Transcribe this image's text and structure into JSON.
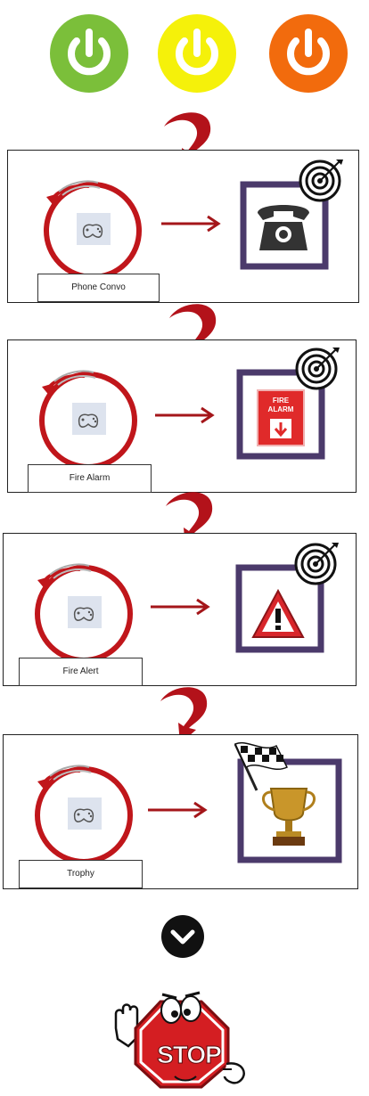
{
  "colors": {
    "power_green": "#7bbf3a",
    "power_yellow": "#f5f10a",
    "power_orange": "#f26b0d",
    "cycle_red": "#c0161b",
    "arrow_red": "#a4161a",
    "frame_purple": "#4b3a6b"
  },
  "power_buttons": [
    {
      "icon": "power-icon",
      "color": "#7bbf3a"
    },
    {
      "icon": "power-icon",
      "color": "#f5f10a"
    },
    {
      "icon": "power-icon",
      "color": "#f26b0d"
    }
  ],
  "steps": [
    {
      "label": "Phone Convo",
      "target_icon": "telephone-icon",
      "badge": "bullseye-icon"
    },
    {
      "label": "Fire Alarm",
      "target_icon": "fire-alarm-icon",
      "badge": "bullseye-icon",
      "sign_text": "FIRE ALARM"
    },
    {
      "label": "Fire Alert",
      "target_icon": "warning-triangle-icon",
      "badge": "bullseye-icon"
    },
    {
      "label": "Trophy",
      "target_icon": "trophy-icon",
      "badge": "checkered-flag-icon"
    }
  ],
  "down_button": {
    "icon": "chevron-down-icon"
  },
  "stop_mascot": {
    "icon": "stop-sign-icon",
    "text": "STOP"
  }
}
